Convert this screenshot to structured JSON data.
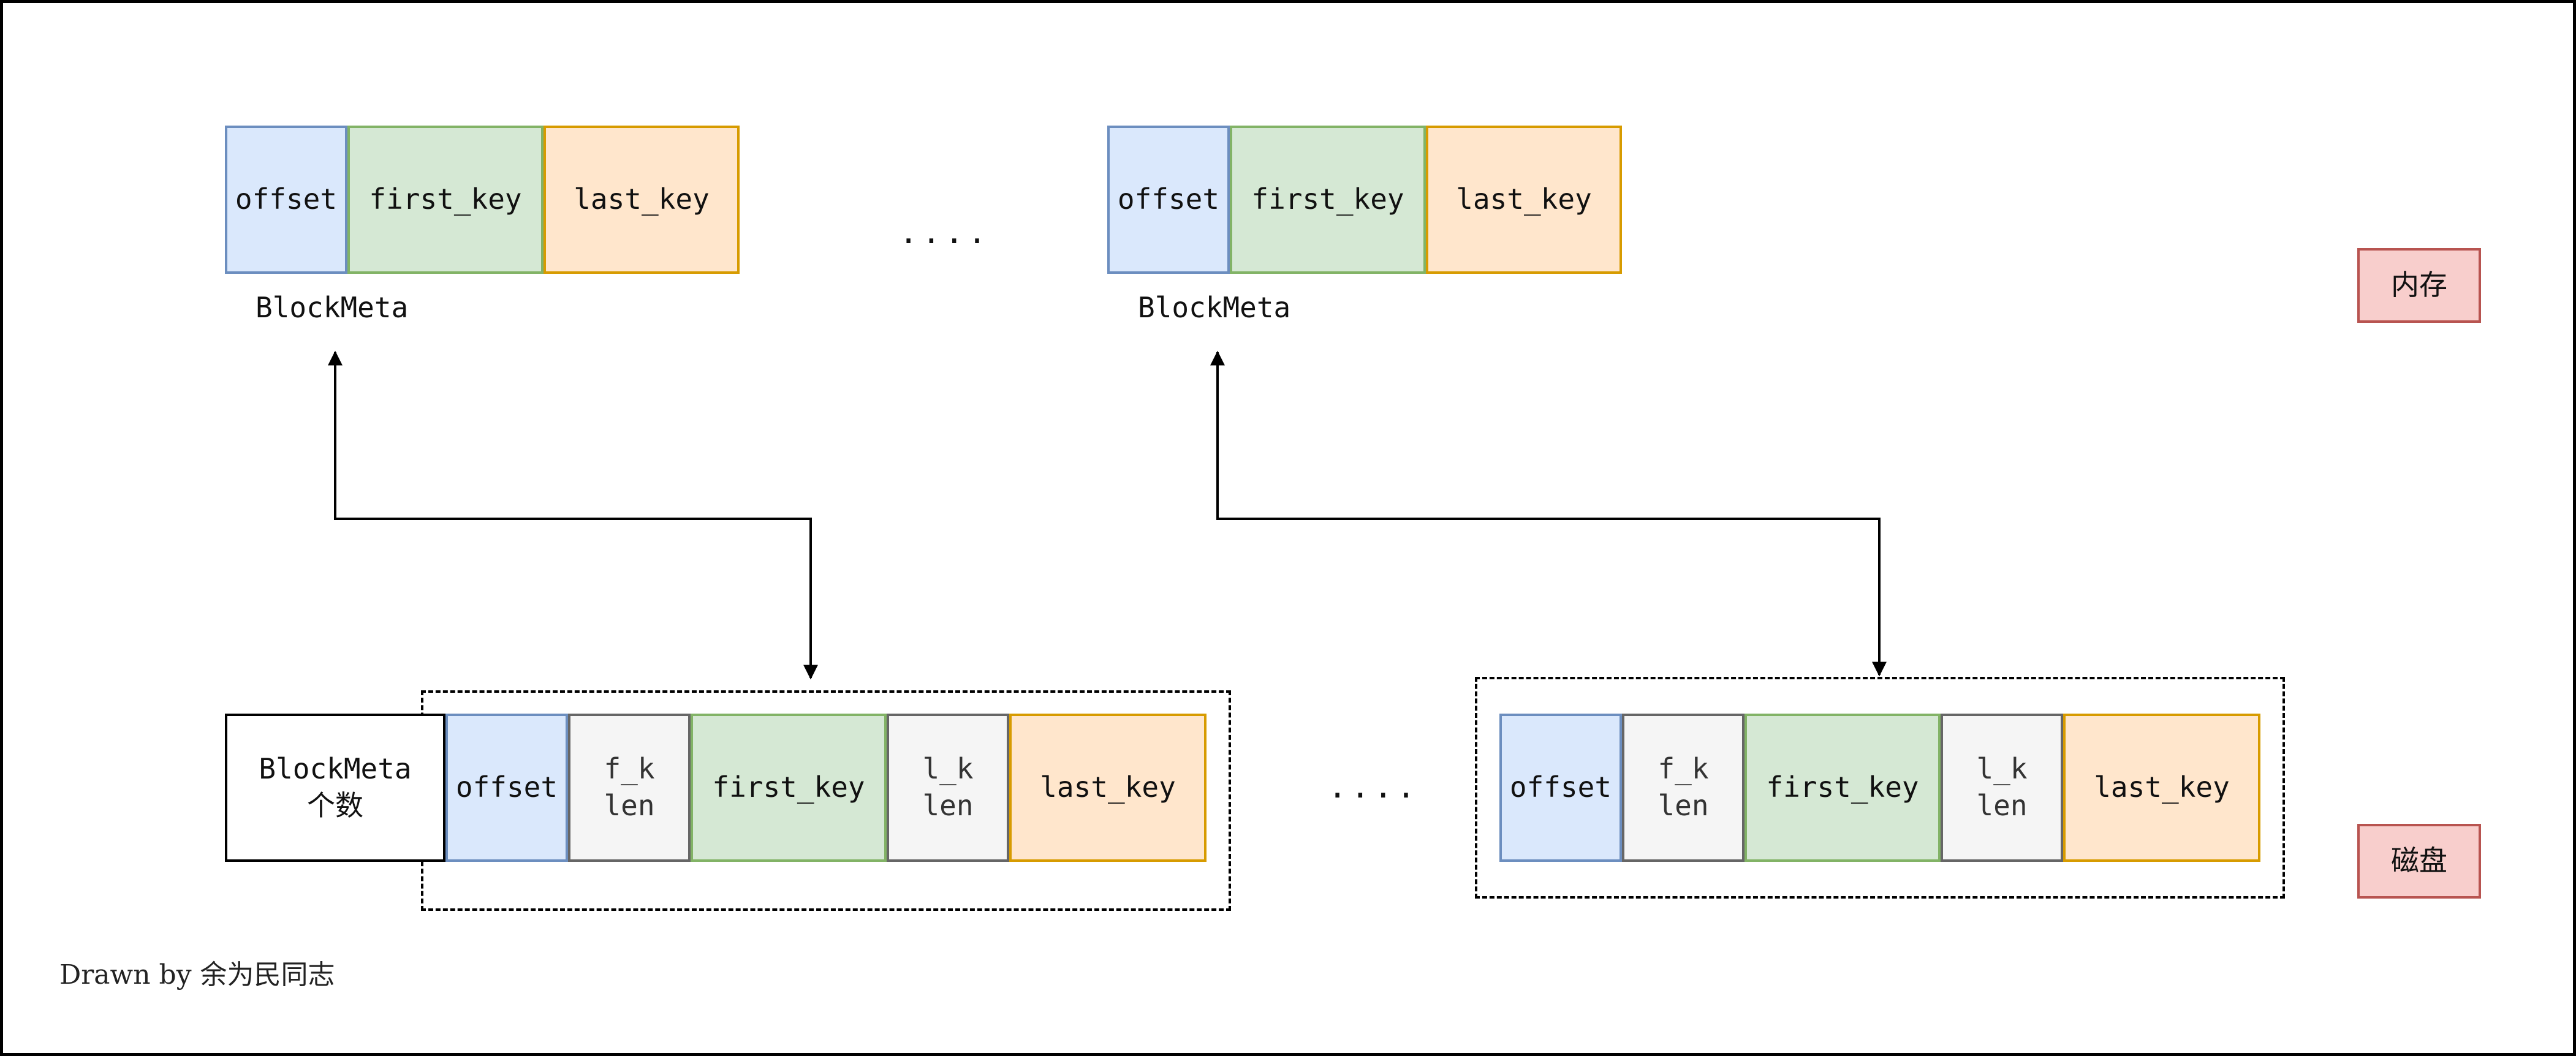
{
  "memory": {
    "meta_left": {
      "offset": "offset",
      "first_key": "first_key",
      "last_key": "last_key",
      "caption": "BlockMeta"
    },
    "ellipsis": "....",
    "meta_right": {
      "offset": "offset",
      "first_key": "first_key",
      "last_key": "last_key",
      "caption": "BlockMeta"
    },
    "tag": "内存"
  },
  "disk": {
    "count_box": "BlockMeta\n个数",
    "entry_left": {
      "offset": "offset",
      "fk_len": "f_k\nlen",
      "first_key": "first_key",
      "lk_len": "l_k\nlen",
      "last_key": "last_key"
    },
    "ellipsis": "....",
    "entry_right": {
      "offset": "offset",
      "fk_len": "f_k\nlen",
      "first_key": "first_key",
      "lk_len": "l_k\nlen",
      "last_key": "last_key"
    },
    "tag": "磁盘"
  },
  "credit": "Drawn by 余为民同志",
  "colors": {
    "offset_fill": "#dae8fc",
    "offset_stroke": "#6c8ebf",
    "first_key_fill": "#d5e8d4",
    "first_key_stroke": "#82b366",
    "last_key_fill": "#ffe6cc",
    "last_key_stroke": "#d79b00",
    "len_fill": "#f5f5f5",
    "len_stroke": "#666666",
    "tag_fill": "#f8cecc",
    "tag_stroke": "#b85450"
  }
}
